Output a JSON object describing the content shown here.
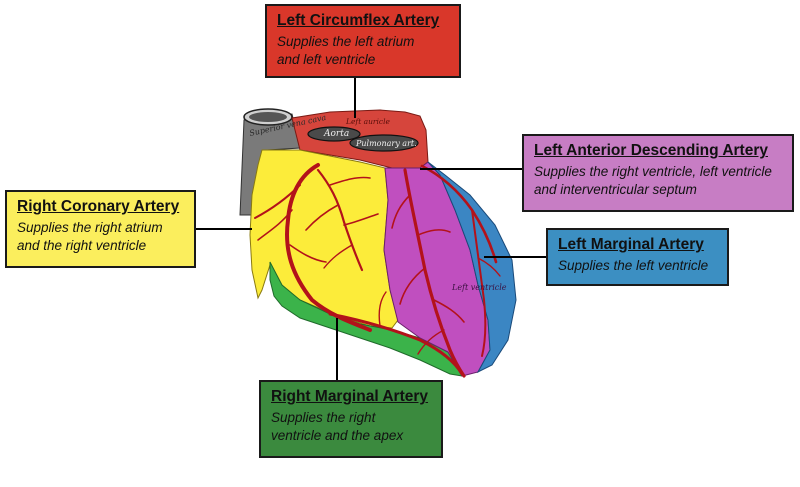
{
  "diagram": {
    "heart_labels": {
      "superior_vena_cava": "Superior vena cava",
      "aorta": "Aorta",
      "pulmonary_artery": "Pulmonary art.",
      "left_auricle": "Left auricle",
      "left_ventricle": "Left ventricle"
    },
    "callouts": {
      "left_circumflex": {
        "title": "Left Circumflex Artery",
        "description": [
          "Supplies the left atrium",
          "and left ventricle"
        ],
        "color": "#d9372a"
      },
      "lad": {
        "title": "Left Anterior Descending Artery",
        "description": [
          "Supplies the right ventricle, left ventricle",
          "and interventricular septum"
        ],
        "color": "#c77dc4"
      },
      "right_coronary": {
        "title": "Right Coronary Artery",
        "description": [
          "Supplies the right atrium",
          "and the right ventricle"
        ],
        "color": "#fbee5d"
      },
      "left_marginal": {
        "title": "Left Marginal Artery",
        "description": [
          "Supplies the left ventricle"
        ],
        "color": "#3c8fc2"
      },
      "right_marginal": {
        "title": "Right Marginal Artery",
        "description": [
          "Supplies the right",
          "ventricle and the apex"
        ],
        "color": "#3b8a3e"
      }
    },
    "region_colors": {
      "yellow": "#fcec3a",
      "green": "#3bb34a",
      "purple": "#c04fbf",
      "blue": "#3b86c3",
      "red": "#d6453c",
      "grey": "#777777"
    }
  }
}
